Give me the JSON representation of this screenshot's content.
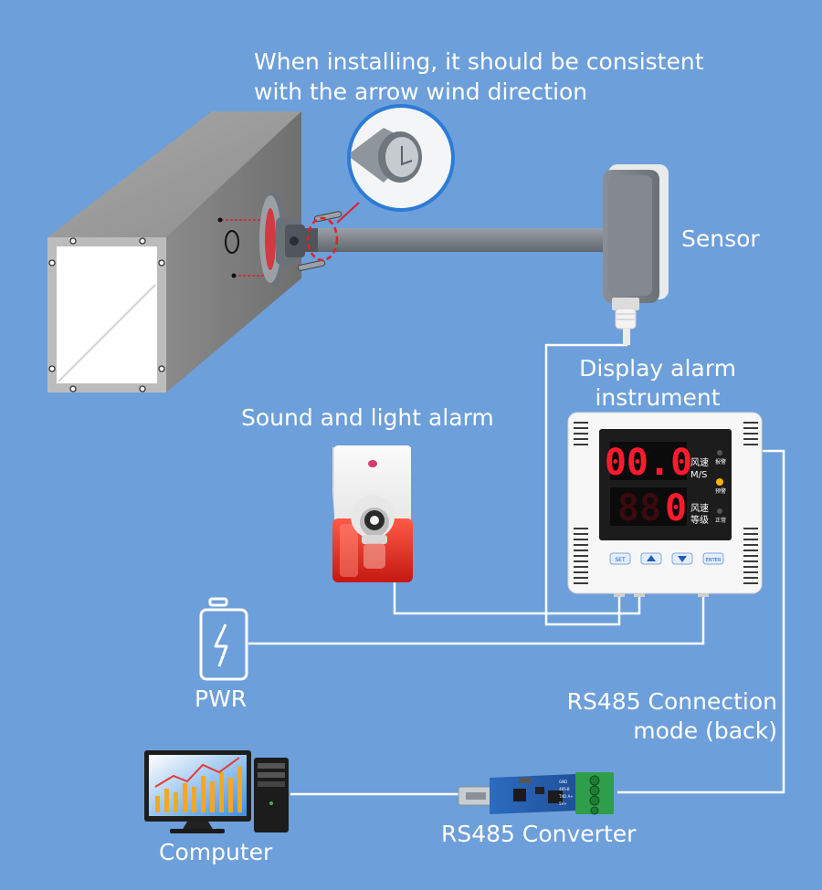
{
  "labels": {
    "install_note_line1": "When installing, it should be consistent",
    "install_note_line2": "with the arrow wind direction",
    "sensor": "Sensor",
    "display_line1": "Display alarm",
    "display_line2": "instrument",
    "alarm": "Sound and light alarm",
    "pwr": "PWR",
    "rs485_mode_line1": "RS485 Connection",
    "rs485_mode_line2": "mode (back)",
    "converter": "RS485 Converter",
    "computer": "Computer"
  },
  "display": {
    "speed_reading": "00.0",
    "level_reading": "0",
    "speed_label_line1": "风速",
    "speed_label_line2": "M/S",
    "level_label_line1": "风速",
    "level_label_line2": "等级",
    "indicator_1": "报警",
    "indicator_2": "预警",
    "indicator_3": "正常",
    "buttons": {
      "set": "SET",
      "enter": "ENTER"
    }
  },
  "converter_pins": [
    "GND",
    "485-B",
    "TXD A+",
    "5V+"
  ],
  "colors": {
    "background": "#6d9fda",
    "wire": "#ffffff",
    "led_red": "#ff1a2e",
    "duct": "#8b8b8b",
    "alarm_red": "#e8261c",
    "highlight_ring": "#e0202a"
  }
}
